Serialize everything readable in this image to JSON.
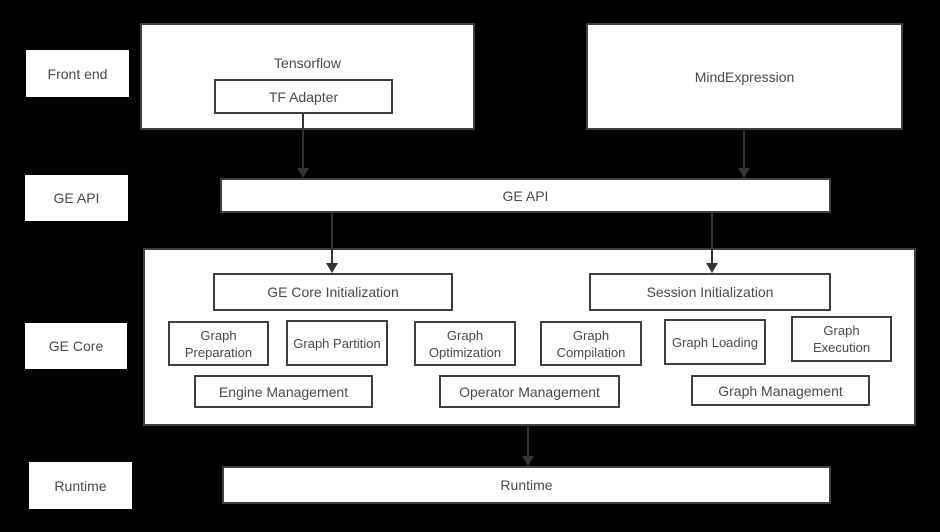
{
  "colors": {
    "background": "#000000",
    "box_fill": "#ffffff",
    "box_border": "#3f3f3f",
    "text": "#4a4a4a",
    "arrow": "#333333"
  },
  "side_labels": [
    {
      "label": "Front end"
    },
    {
      "label": "GE API"
    },
    {
      "label": "GE Core"
    },
    {
      "label": "Runtime"
    }
  ],
  "frontend": {
    "tensorflow_label": "Tensorflow",
    "tf_adapter_label": "TF Adapter",
    "mindexpression_label": "MindExpression"
  },
  "api_bar": {
    "label": "GE API"
  },
  "ge_core": {
    "init_row": [
      "GE Core Initialization",
      "Session Initialization"
    ],
    "process_row": [
      "Graph Preparation",
      "Graph Partition",
      "Graph Optimization",
      "Graph Compilation",
      "Graph Loading",
      "Graph Execution"
    ],
    "management_row": [
      "Engine Management",
      "Operator Management",
      "Graph Management"
    ]
  },
  "runtime_bar": {
    "label": "Runtime"
  }
}
